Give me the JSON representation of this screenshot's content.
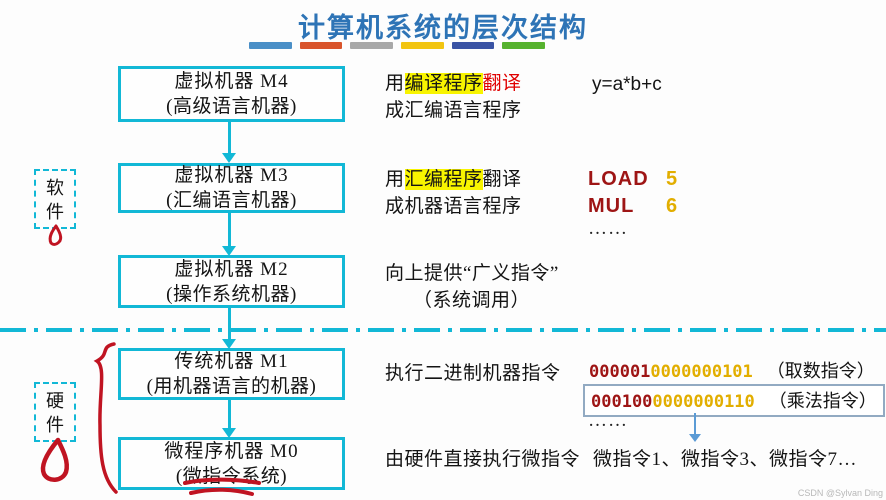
{
  "title": "计算机系统的层次结构",
  "title_bars": [
    "#4a8fc7",
    "#d9542b",
    "#a8a8a8",
    "#f2c410",
    "#3a53a4",
    "#56b22e"
  ],
  "side_labels": {
    "software": "软件",
    "hardware": "硬件"
  },
  "levels": [
    {
      "name": "M4",
      "box": {
        "line1": "虚拟机器 M4",
        "line2": "(高级语言机器)"
      },
      "desc": {
        "pre": "用",
        "highlight": "编译程序",
        "red": "翻译",
        "line2": "成汇编语言程序"
      },
      "example": {
        "code": "y=a*b+c"
      }
    },
    {
      "name": "M3",
      "box": {
        "line1": "虚拟机器 M3",
        "line2": "(汇编语言机器)"
      },
      "desc": {
        "pre": "用",
        "highlight": "汇编程序",
        "post": "翻译",
        "line2": "成机器语言程序"
      },
      "example": {
        "rows": [
          {
            "op": "LOAD",
            "num": "5"
          },
          {
            "op": "MUL",
            "num": "6"
          }
        ],
        "ellipsis": "……"
      }
    },
    {
      "name": "M2",
      "box": {
        "line1": "虚拟机器 M2",
        "line2": "(操作系统机器)"
      },
      "desc": {
        "line1": "向上提供“广义指令”",
        "line2": "（系统调用）"
      }
    },
    {
      "name": "M1",
      "box": {
        "line1": "传统机器 M1",
        "line2": "(用机器语言的机器)"
      },
      "desc": {
        "line1": "执行二进制机器指令"
      },
      "example": {
        "instr1": {
          "opcode": "000001",
          "operand": "0000000101",
          "label": "（取数指令）"
        },
        "instr2": {
          "opcode": "000100",
          "operand": "0000000110",
          "label": "（乘法指令）"
        },
        "ellipsis": "……"
      }
    },
    {
      "name": "M0",
      "box": {
        "line1": "微程序机器 M0",
        "line2": "(微指令系统)"
      },
      "desc": {
        "line1": "由硬件直接执行微指令"
      },
      "example": {
        "micro_list": "微指令1、微指令3、微指令7…"
      }
    }
  ],
  "watermark": "CSDN @Sylvan Ding",
  "colors": {
    "title": "#2e74b6",
    "box_border": "#12b8d6",
    "divider": "#12b8d6",
    "highlight_bg": "#f8f400",
    "red_text": "#e00000",
    "dark_red": "#9e1515",
    "gold": "#e2ae00",
    "annotation_red": "#c01422",
    "micro_arrow_blue": "#5b9bd5"
  }
}
